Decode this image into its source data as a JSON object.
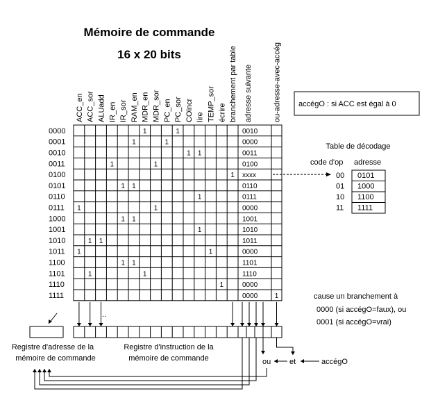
{
  "title": "Mémoire de commande",
  "subtitle": "16 x 20 bits",
  "condition_note": "accégO : si ACC est égal à 0",
  "columns": [
    "ACC_en",
    "ACC_sor",
    "ALUadd",
    "IR_en",
    "IR_sor",
    "RAM_en",
    "MDR_en",
    "MDR_sor",
    "PC_en",
    "PC_sor",
    "COincr",
    "lire",
    "TEMP_sor",
    "écrire",
    "branchement par table",
    "adresse suivante",
    "ou-adresse-avec-accég"
  ],
  "rows": [
    {
      "addr": "0000",
      "bits": [
        6,
        9
      ],
      "next": "0010",
      "cond": ""
    },
    {
      "addr": "0001",
      "bits": [
        5,
        8
      ],
      "next": "0000",
      "cond": ""
    },
    {
      "addr": "0010",
      "bits": [
        10,
        11
      ],
      "next": "0011",
      "cond": ""
    },
    {
      "addr": "0011",
      "bits": [
        3,
        7
      ],
      "next": "0100",
      "cond": ""
    },
    {
      "addr": "0100",
      "bits": [
        14
      ],
      "next": "xxxx",
      "cond": ""
    },
    {
      "addr": "0101",
      "bits": [
        4,
        5
      ],
      "next": "0110",
      "cond": ""
    },
    {
      "addr": "0110",
      "bits": [
        11
      ],
      "next": "0111",
      "cond": ""
    },
    {
      "addr": "0111",
      "bits": [
        0,
        7
      ],
      "next": "0000",
      "cond": ""
    },
    {
      "addr": "1000",
      "bits": [
        4,
        5
      ],
      "next": "1001",
      "cond": ""
    },
    {
      "addr": "1001",
      "bits": [
        11
      ],
      "next": "1010",
      "cond": ""
    },
    {
      "addr": "1010",
      "bits": [
        1,
        2
      ],
      "next": "1011",
      "cond": ""
    },
    {
      "addr": "1011",
      "bits": [
        0,
        12
      ],
      "next": "0000",
      "cond": ""
    },
    {
      "addr": "1100",
      "bits": [
        4,
        5
      ],
      "next": "1101",
      "cond": ""
    },
    {
      "addr": "1101",
      "bits": [
        1,
        6
      ],
      "next": "1110",
      "cond": ""
    },
    {
      "addr": "1110",
      "bits": [
        13
      ],
      "next": "0000",
      "cond": ""
    },
    {
      "addr": "1111",
      "bits": [],
      "next": "0000",
      "cond": "1"
    }
  ],
  "decode_table": {
    "title": "Table de décodage",
    "col_code": "code d'op",
    "col_addr": "adresse",
    "entries": [
      {
        "code": "00",
        "addr": "0101"
      },
      {
        "code": "01",
        "addr": "1000"
      },
      {
        "code": "10",
        "addr": "1100"
      },
      {
        "code": "11",
        "addr": "1111"
      }
    ]
  },
  "branch_note": {
    "line1": "cause un branchement à",
    "line2": "0000 (si accégO=faux), ou",
    "line3": "0001 (si accégO=vrai)"
  },
  "ellipsis": "...",
  "labels": {
    "addr_reg_1": "Registre d'adresse de la",
    "addr_reg_2": "mémoire de commande",
    "instr_reg_1": "Registre d'instruction de la",
    "instr_reg_2": "mémoire de commande",
    "ou": "ou",
    "et": "et",
    "acceg_in": "accégO"
  },
  "one": "1"
}
